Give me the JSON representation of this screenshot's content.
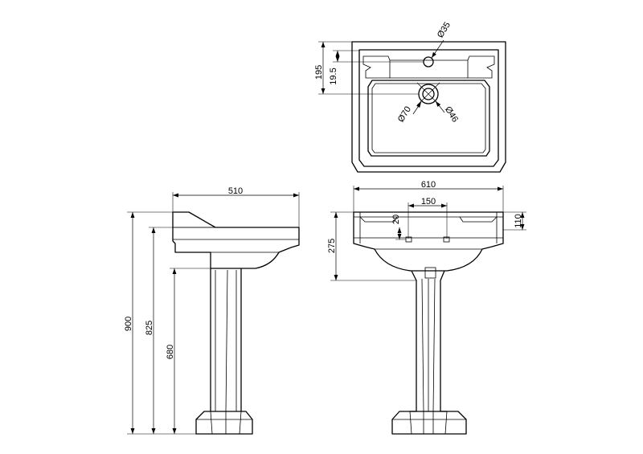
{
  "dimensions": {
    "top_hole_dia": "Ø35",
    "top_offset_195": "195",
    "top_offset_19_5": "19.5",
    "waste_outer_dia": "Ø70",
    "waste_inner_dia": "Ø46",
    "front_width": "610",
    "tap_spacing": "150",
    "overflow_20": "20",
    "rim_110": "110",
    "basin_height": "275",
    "side_depth": "510",
    "height_900": "900",
    "height_825": "825",
    "height_680": "680"
  }
}
